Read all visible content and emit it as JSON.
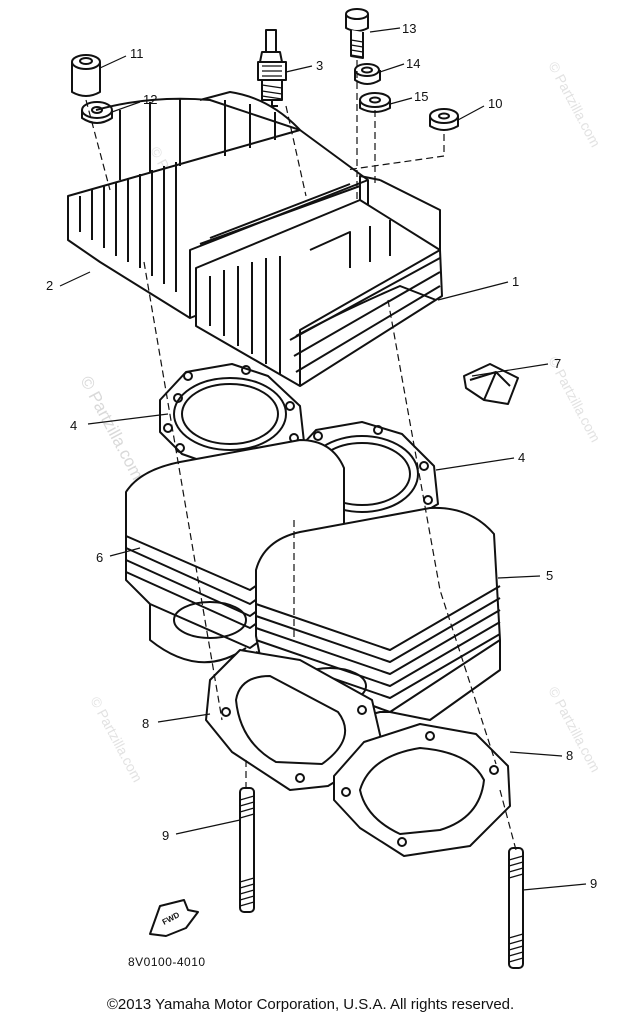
{
  "diagram": {
    "part_labels": {
      "p1": "1",
      "p2": "2",
      "p3": "3",
      "p4a": "4",
      "p4b": "4",
      "p5": "5",
      "p6": "6",
      "p7": "7",
      "p8a": "8",
      "p8b": "8",
      "p9a": "9",
      "p9b": "9",
      "p10": "10",
      "p11": "11",
      "p12": "12",
      "p13": "13",
      "p14": "14",
      "p15": "15"
    },
    "diagram_code": "8V0100-4010",
    "fwd_marker": "FWD",
    "watermark": "© Partzilla.com",
    "copyright": "©2013  Yamaha Motor Corporation, U.S.A. All rights reserved."
  }
}
